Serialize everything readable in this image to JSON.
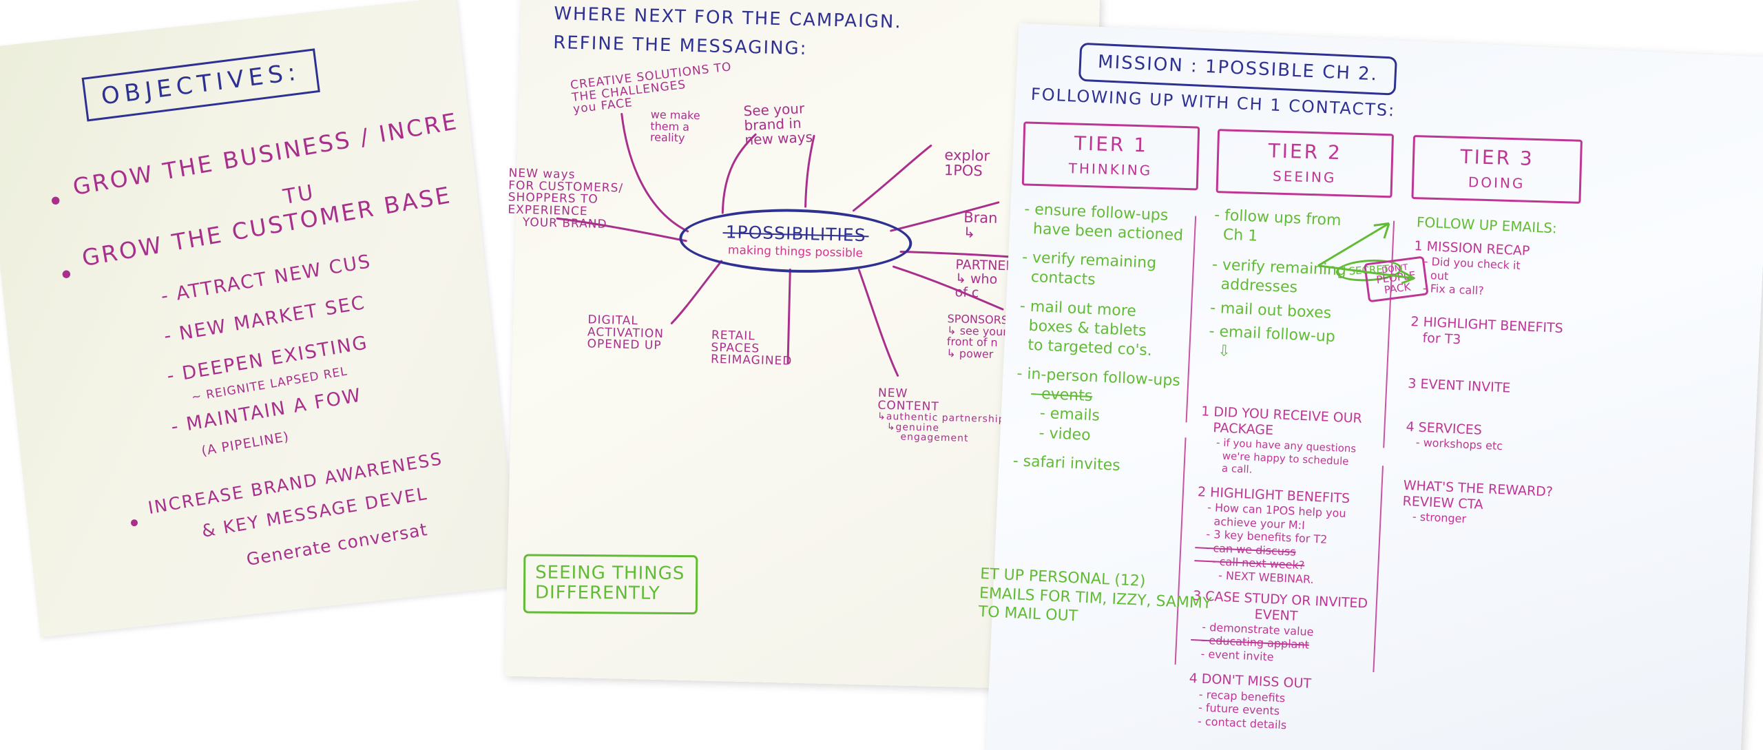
{
  "scene": {
    "description": "Three overlapping handwritten flipchart / whiteboard sheets photographed on a white background",
    "colors": {
      "magenta": "#a8308c",
      "blue": "#2e3192",
      "green": "#62bb34",
      "pink": "#d6338f",
      "paper_cream": "#f3f3e6",
      "paper_white": "#f7fafd"
    }
  },
  "sheet1": {
    "name": "objectives-sheet",
    "title": "OBJECTIVES:",
    "bullets": [
      {
        "text": "GROW  THE  BUSINESS / INCRE",
        "clipped": true
      },
      {
        "text": "TU",
        "clipped": true
      },
      {
        "text": "GROW  THE  CUSTOMER  BASE",
        "clipped": true
      }
    ],
    "sub_bullets": [
      "- ATTRACT  NEW  CUS",
      "- NEW  MARKET  SEC",
      "- DEEPEN  EXISTING",
      "~ REIGNITE LAPSED REL",
      "- MAINTAIN A FOW",
      "(A PIPELINE)"
    ],
    "final_bullet_line1": "INCREASE  BRAND  AWARENESS",
    "final_bullet_line2": "&  KEY MESSAGE  DEVEL",
    "footer_note": "Generate conversat"
  },
  "sheet2": {
    "name": "mindmap-sheet",
    "heading_line1": "WHERE NEXT FOR THE CAMPAIGN.",
    "heading_line2": "REFINE THE MESSAGING:",
    "center": {
      "word": "1POSSIBILITIES",
      "strikethrough": true,
      "tagline": "making things possible"
    },
    "nodes": [
      {
        "id": "creative",
        "lines": [
          "CREATIVE SOLUTIONS TO",
          "THE CHALLENGES",
          "you FACE"
        ]
      },
      {
        "id": "we-make",
        "lines": [
          "we make",
          "them a",
          "reality"
        ]
      },
      {
        "id": "see-brand",
        "lines": [
          "See your",
          "brand in",
          "new ways"
        ]
      },
      {
        "id": "explore",
        "lines": [
          "explor",
          "1POS"
        ]
      },
      {
        "id": "brand",
        "lines": [
          "Bran",
          "↳ "
        ]
      },
      {
        "id": "partner",
        "lines": [
          "PARTNER",
          "↳ who",
          "of c"
        ]
      },
      {
        "id": "sponsorship",
        "lines": [
          "SPONSORSHI",
          "↳ see your",
          "front of n",
          "↳ power"
        ]
      },
      {
        "id": "new-ways",
        "lines": [
          "NEW ways",
          "FOR CUSTOMERS/",
          "SHOPPERS TO",
          "EXPERIENCE",
          "YOUR BRAND"
        ]
      },
      {
        "id": "digital",
        "lines": [
          "DIGITAL",
          "ACTIVATION",
          "OPENED UP"
        ]
      },
      {
        "id": "retail",
        "lines": [
          "RETAIL",
          "SPACES",
          "REIMAGINED"
        ]
      },
      {
        "id": "new-content",
        "lines": [
          "NEW",
          "CONTENT",
          "↳authentic partnerships",
          "↳genuine",
          "engagement"
        ]
      }
    ],
    "footer_box": {
      "line1": "SEEING THINGS",
      "line2": "DIFFERENTLY"
    }
  },
  "sheet3": {
    "name": "mission-ipossible-sheet",
    "title": "MISSION : 1POSSIBLE        CH 2.",
    "subtitle": "FOLLOWING UP WITH CH 1 CONTACTS:",
    "tiers": [
      {
        "label": "TIER 1",
        "sub": "THINKING"
      },
      {
        "label": "TIER 2",
        "sub": "SEEING"
      },
      {
        "label": "TIER 3",
        "sub": "DOING"
      }
    ],
    "col1": [
      "- ensure follow-ups",
      "  have been actioned",
      "- verify remaining",
      "  contacts",
      "- mail out more",
      "  boxes & tablets",
      "  to targeted co's.",
      "- in-person follow-ups",
      "  - events",
      "  - emails",
      "  - video",
      "- safari invites"
    ],
    "col1_strike": "- events",
    "col2_green": [
      "- follow ups from",
      "  Ch 1",
      "- verify remaining",
      "  addresses",
      "- mail out boxes",
      "- email follow-up"
    ],
    "col2_magenta": [
      "1 DID YOU RECEIVE OUR",
      "   PACKAGE",
      "     - if you have any questions",
      "       we're happy to schedule",
      "       a call.",
      "2 HIGHLIGHT BENEFITS",
      "   - How can 1POS help you",
      "     achieve your M:I",
      "   - 3 key benefits for T2",
      "   - can we discuss",
      "     - call next week?",
      "       - NEXT WEBINAR.",
      "3 CASE STUDY OR INVITED",
      "               EVENT",
      "   - demonstrate value",
      "   - educating applant",
      "   - event invite",
      "4 DON'T MISS OUT",
      "   - recap benefits",
      "   - future events",
      "   - contact details"
    ],
    "col3_green_header": "FOLLOW UP EMAILS:",
    "col3": [
      "1 MISSION RECAP",
      "   - Did you check it",
      "     out",
      "   - Fix a call?",
      "2 HIGHLIGHT BENEFITS",
      "   for T3",
      "3 EVENT INVITE",
      "4 SERVICES",
      "   - workshops etc",
      "WHAT'S THE REWARD?",
      "REVIEW CTA",
      "   - stronger"
    ],
    "annotations": {
      "secret_bubble": "SECRET",
      "people_pack": "PEOPLE PACK",
      "people_pack_top": "DON'T",
      "footer_note_line1": "ET UP PERSONAL (12)",
      "footer_note_line2": "EMAILS FOR TIM, IZZY, SAMMY",
      "footer_note_line3": "TO MAIL OUT"
    }
  }
}
